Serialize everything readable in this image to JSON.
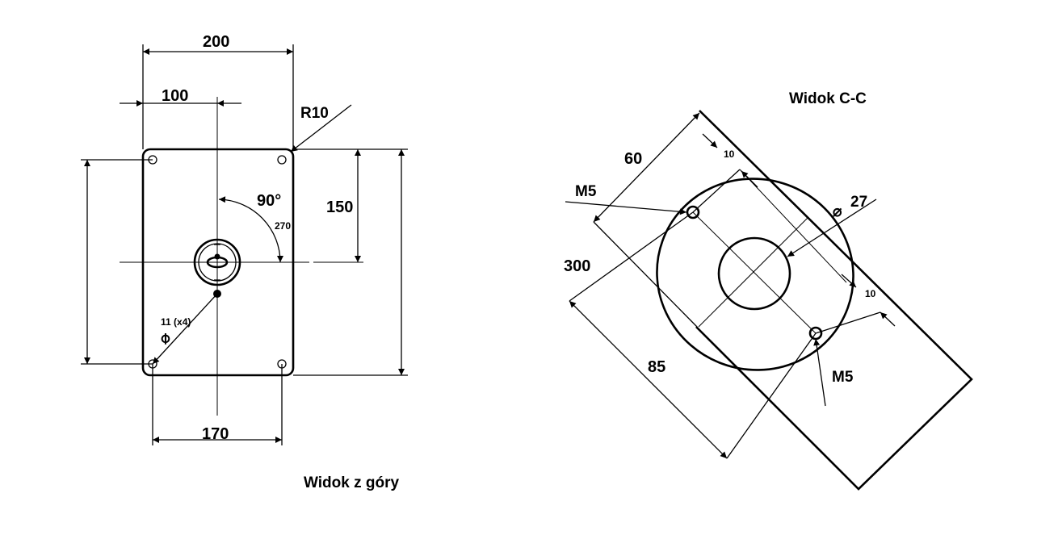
{
  "views": {
    "top": {
      "title": "Widok z góry",
      "dims": {
        "width_total": "200",
        "half_width": "100",
        "corner_radius": "R10",
        "angle_main": "90°",
        "angle_secondary": "270",
        "height_center": "150",
        "hole_spacing": "170",
        "hole_label": "11 (x4)",
        "dia_symbol": "⌀"
      }
    },
    "section": {
      "title": "Widok C-C",
      "dims": {
        "offset_60": "60",
        "offset_10_top": "10",
        "thread_top": "M5",
        "dia_27": "27",
        "dia_symbol": "⌀",
        "length_300": "300",
        "offset_10_right": "10",
        "length_85": "85",
        "thread_bottom": "M5"
      }
    }
  },
  "colors": {
    "ink": "#000000",
    "paper": "#ffffff"
  }
}
